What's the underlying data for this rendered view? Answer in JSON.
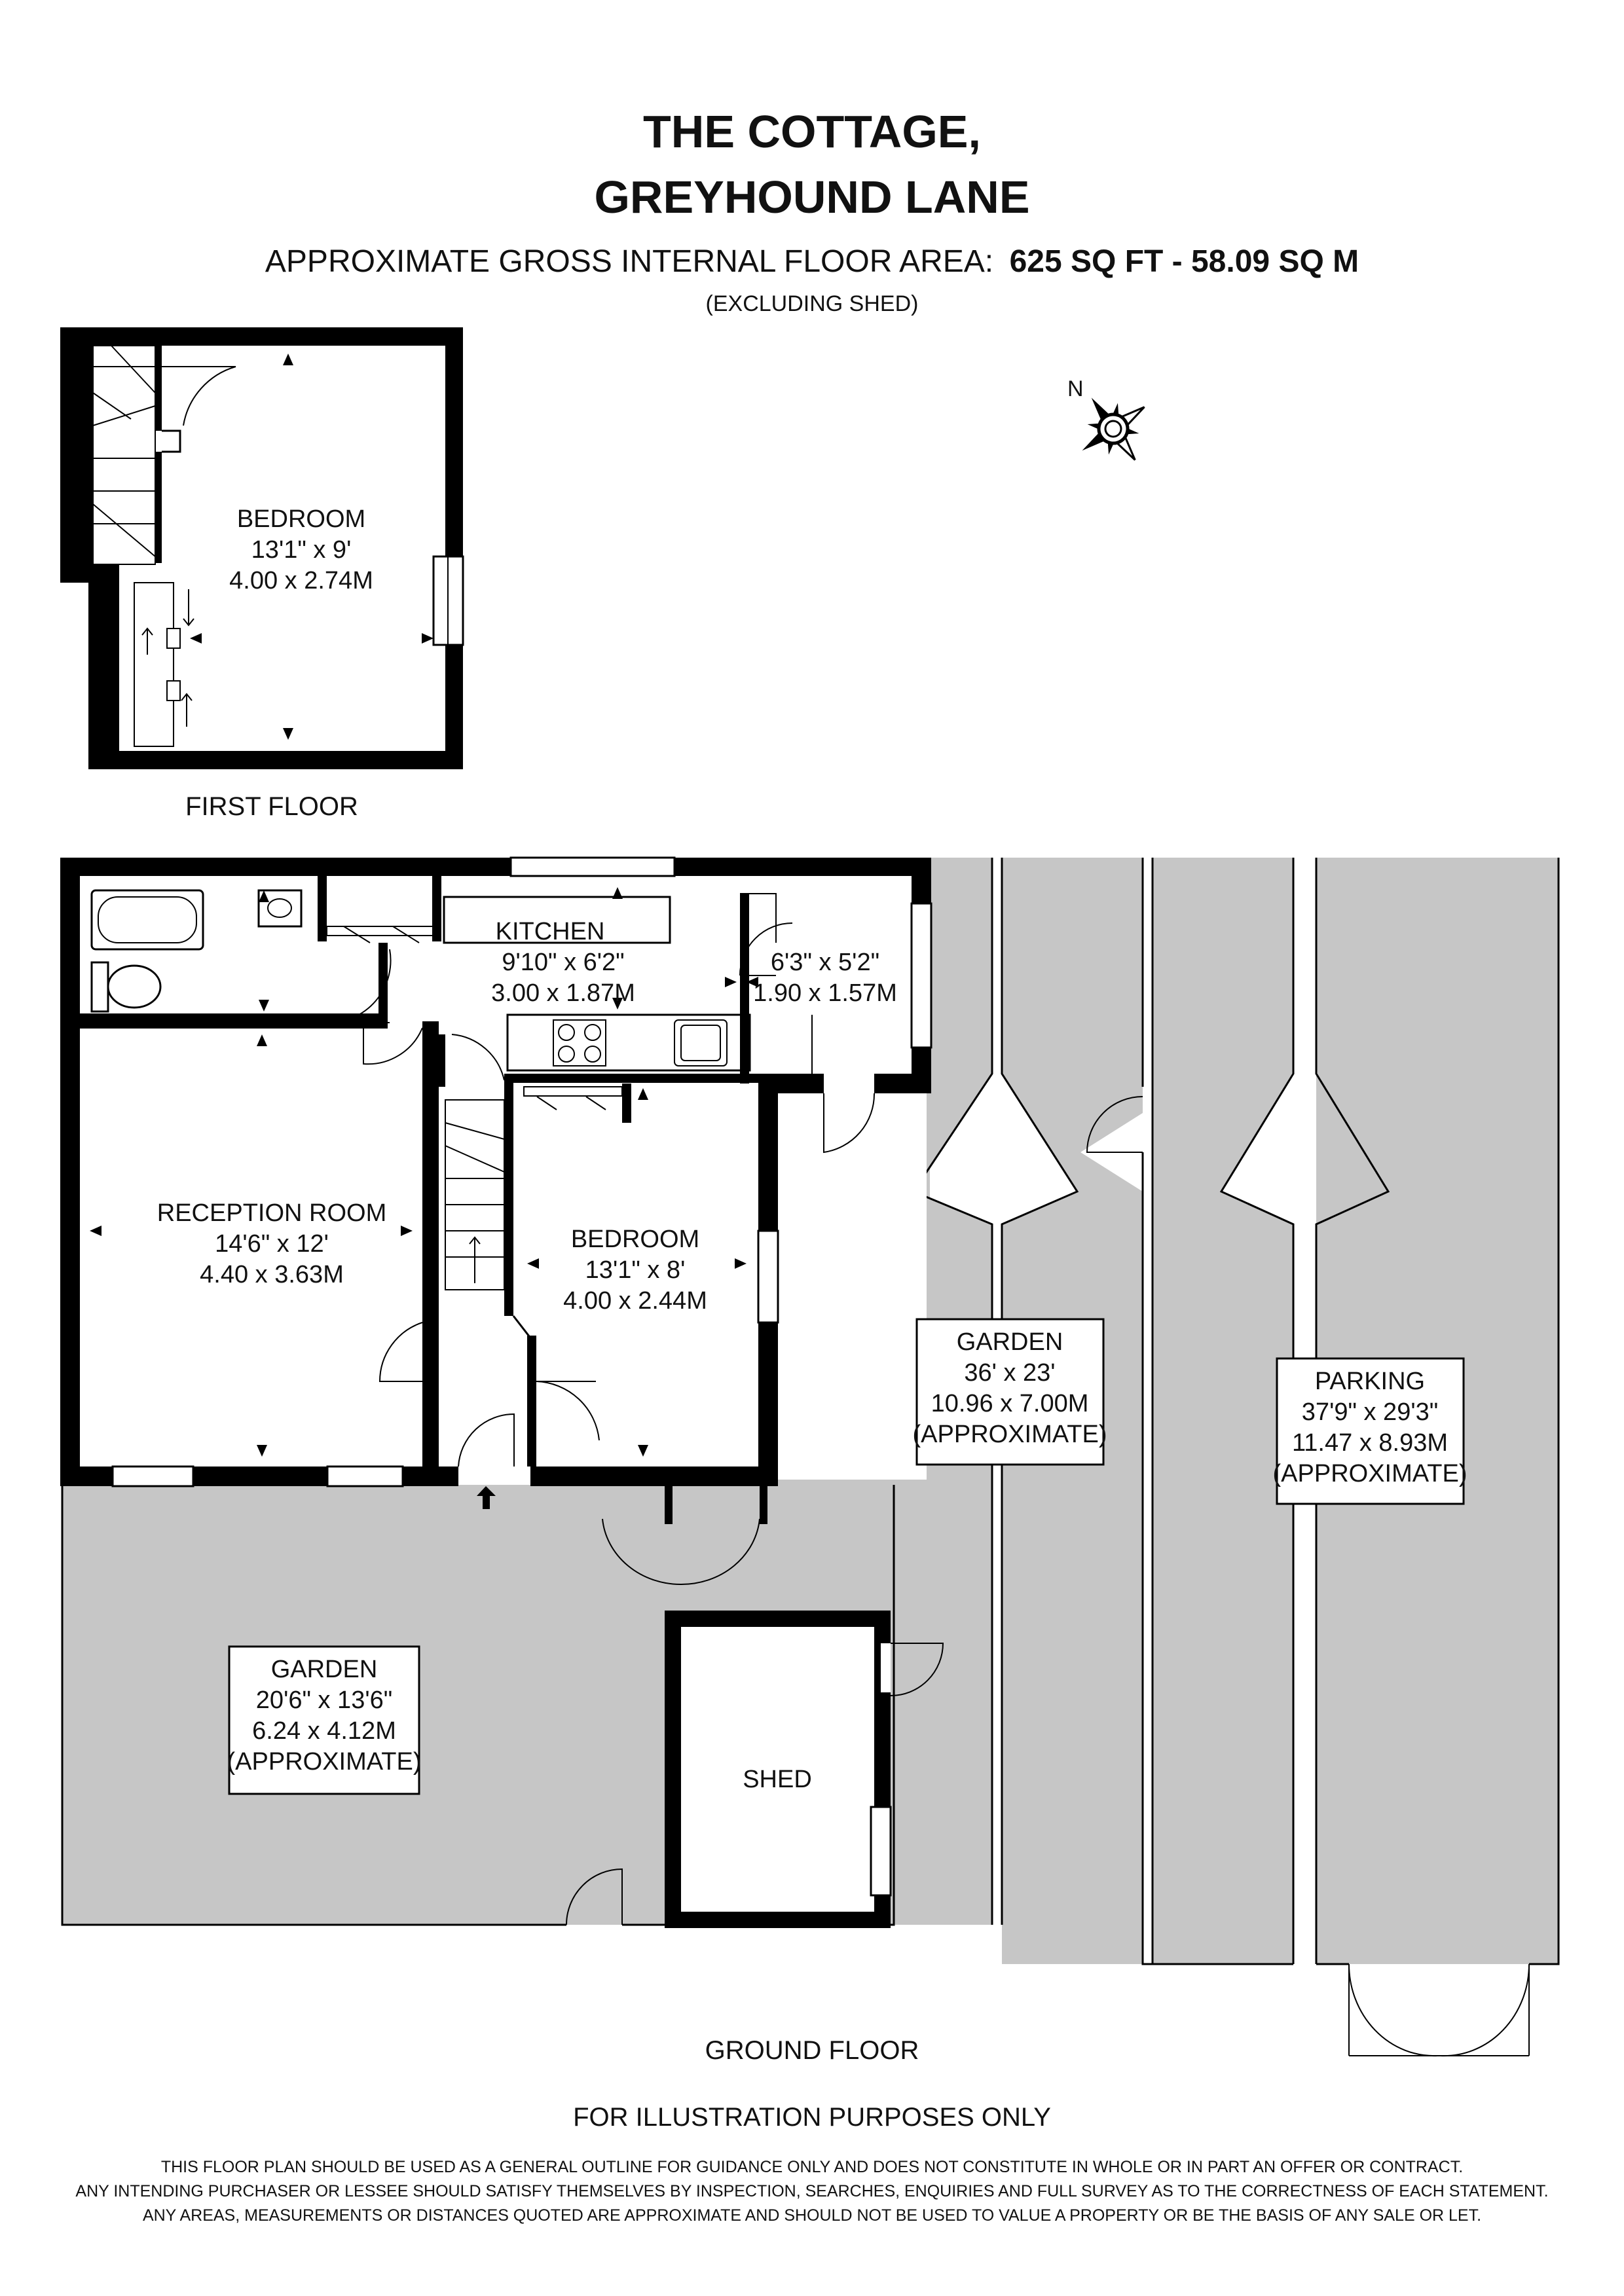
{
  "header": {
    "title_line1": "THE COTTAGE,",
    "title_line2": "GREYHOUND LANE",
    "area_prefix": "APPROXIMATE GROSS INTERNAL FLOOR AREA:",
    "area_value": "625 SQ FT  -  58.09 SQ M",
    "area_note": "(EXCLUDING SHED)"
  },
  "compass": {
    "label": "N",
    "icon": "compass-rose-icon"
  },
  "first_floor": {
    "label": "FIRST FLOOR",
    "bedroom": {
      "name": "BEDROOM",
      "imperial": "13'1\" x 9'",
      "metric": "4.00 x 2.74M"
    }
  },
  "ground_floor": {
    "label": "GROUND FLOOR",
    "kitchen": {
      "name": "KITCHEN",
      "imperial": "9'10\" x 6'2\"",
      "metric": "3.00 x 1.87M"
    },
    "utility": {
      "imperial": "6'3\" x 5'2\"",
      "metric": "1.90 x 1.57M"
    },
    "reception": {
      "name": "RECEPTION ROOM",
      "imperial": "14'6\" x 12'",
      "metric": "4.40 x 3.63M"
    },
    "bedroom": {
      "name": "BEDROOM",
      "imperial": "13'1\" x 8'",
      "metric": "4.00 x 2.44M"
    },
    "garden_side": {
      "name": "GARDEN",
      "imperial": "36' x 23'",
      "metric": "10.96 x 7.00M",
      "note": "(APPROXIMATE)"
    },
    "parking": {
      "name": "PARKING",
      "imperial": "37'9\" x 29'3\"",
      "metric": "11.47 x 8.93M",
      "note": "(APPROXIMATE)"
    },
    "garden_front": {
      "name": "GARDEN",
      "imperial": "20'6\" x 13'6\"",
      "metric": "6.24 x 4.12M",
      "note": "(APPROXIMATE)"
    },
    "shed": {
      "name": "SHED"
    }
  },
  "footer": {
    "illustration": "FOR ILLUSTRATION PURPOSES ONLY",
    "disclaimer1": "THIS FLOOR PLAN SHOULD BE USED AS A GENERAL OUTLINE FOR GUIDANCE ONLY AND DOES NOT CONSTITUTE IN WHOLE OR IN PART AN OFFER OR CONTRACT.",
    "disclaimer2": "ANY INTENDING PURCHASER OR LESSEE SHOULD SATISFY THEMSELVES BY INSPECTION, SEARCHES, ENQUIRIES AND FULL SURVEY AS TO THE CORRECTNESS OF EACH STATEMENT.",
    "disclaimer3": "ANY AREAS, MEASUREMENTS OR DISTANCES QUOTED ARE APPROXIMATE AND SHOULD NOT BE USED TO VALUE A PROPERTY OR BE THE BASIS OF ANY SALE OR LET."
  },
  "colors": {
    "wall": "#000000",
    "outdoor": "#c6c6c6",
    "background": "#ffffff"
  }
}
